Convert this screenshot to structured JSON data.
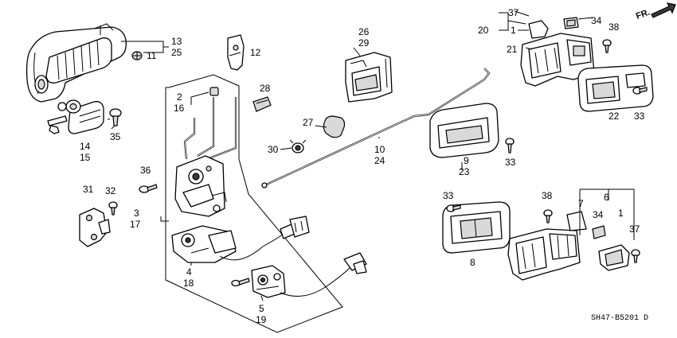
{
  "labels": {
    "l13": "13",
    "l25": "25",
    "l11": "11",
    "l12": "12",
    "l14": "14",
    "l15": "15",
    "l35": "35",
    "l2": "2",
    "l16": "16",
    "l28": "28",
    "l26": "26",
    "l29": "29",
    "l27": "27",
    "l30": "30",
    "l10": "10",
    "l24": "24",
    "l36": "36",
    "l31": "31",
    "l32": "32",
    "l3": "3",
    "l17": "17",
    "l4": "4",
    "l18": "18",
    "l5": "5",
    "l19": "19",
    "l9": "9",
    "l23": "23",
    "l33a": "33",
    "l33b": "33",
    "l33c": "33",
    "l8": "8",
    "l37a": "37",
    "l20": "20",
    "l1a": "1",
    "l21": "21",
    "l34a": "34",
    "l38a": "38",
    "l22": "22",
    "l6": "6",
    "l7": "7",
    "l38b": "38",
    "l34b": "34",
    "l1b": "1",
    "l37b": "37"
  },
  "direction_label": "FR.",
  "diagram_code": "SH47-B5201 D"
}
